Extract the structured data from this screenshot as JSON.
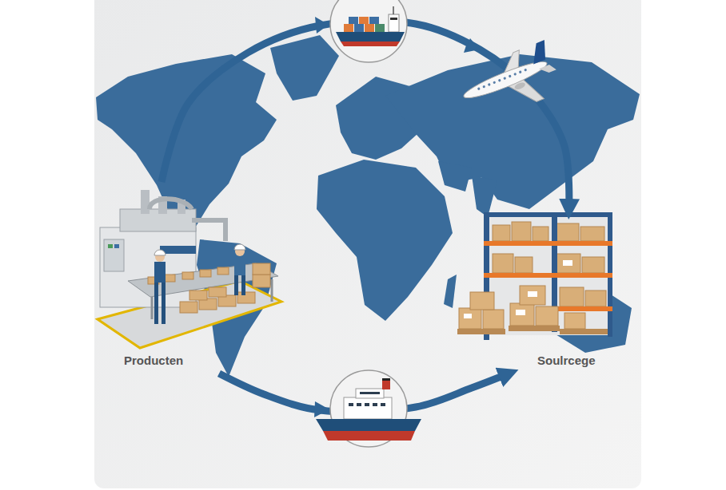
{
  "diagram": {
    "nodes": [
      {
        "text": [
          "Producten"
        ]
      },
      {
        "text": [
          "Soulrcege"
        ]
      }
    ],
    "edges": [
      {
        "from": 0,
        "to": 1,
        "arrow": "to"
      },
      {
        "from": 0,
        "to": 1,
        "arrow": "to"
      }
    ]
  }
}
